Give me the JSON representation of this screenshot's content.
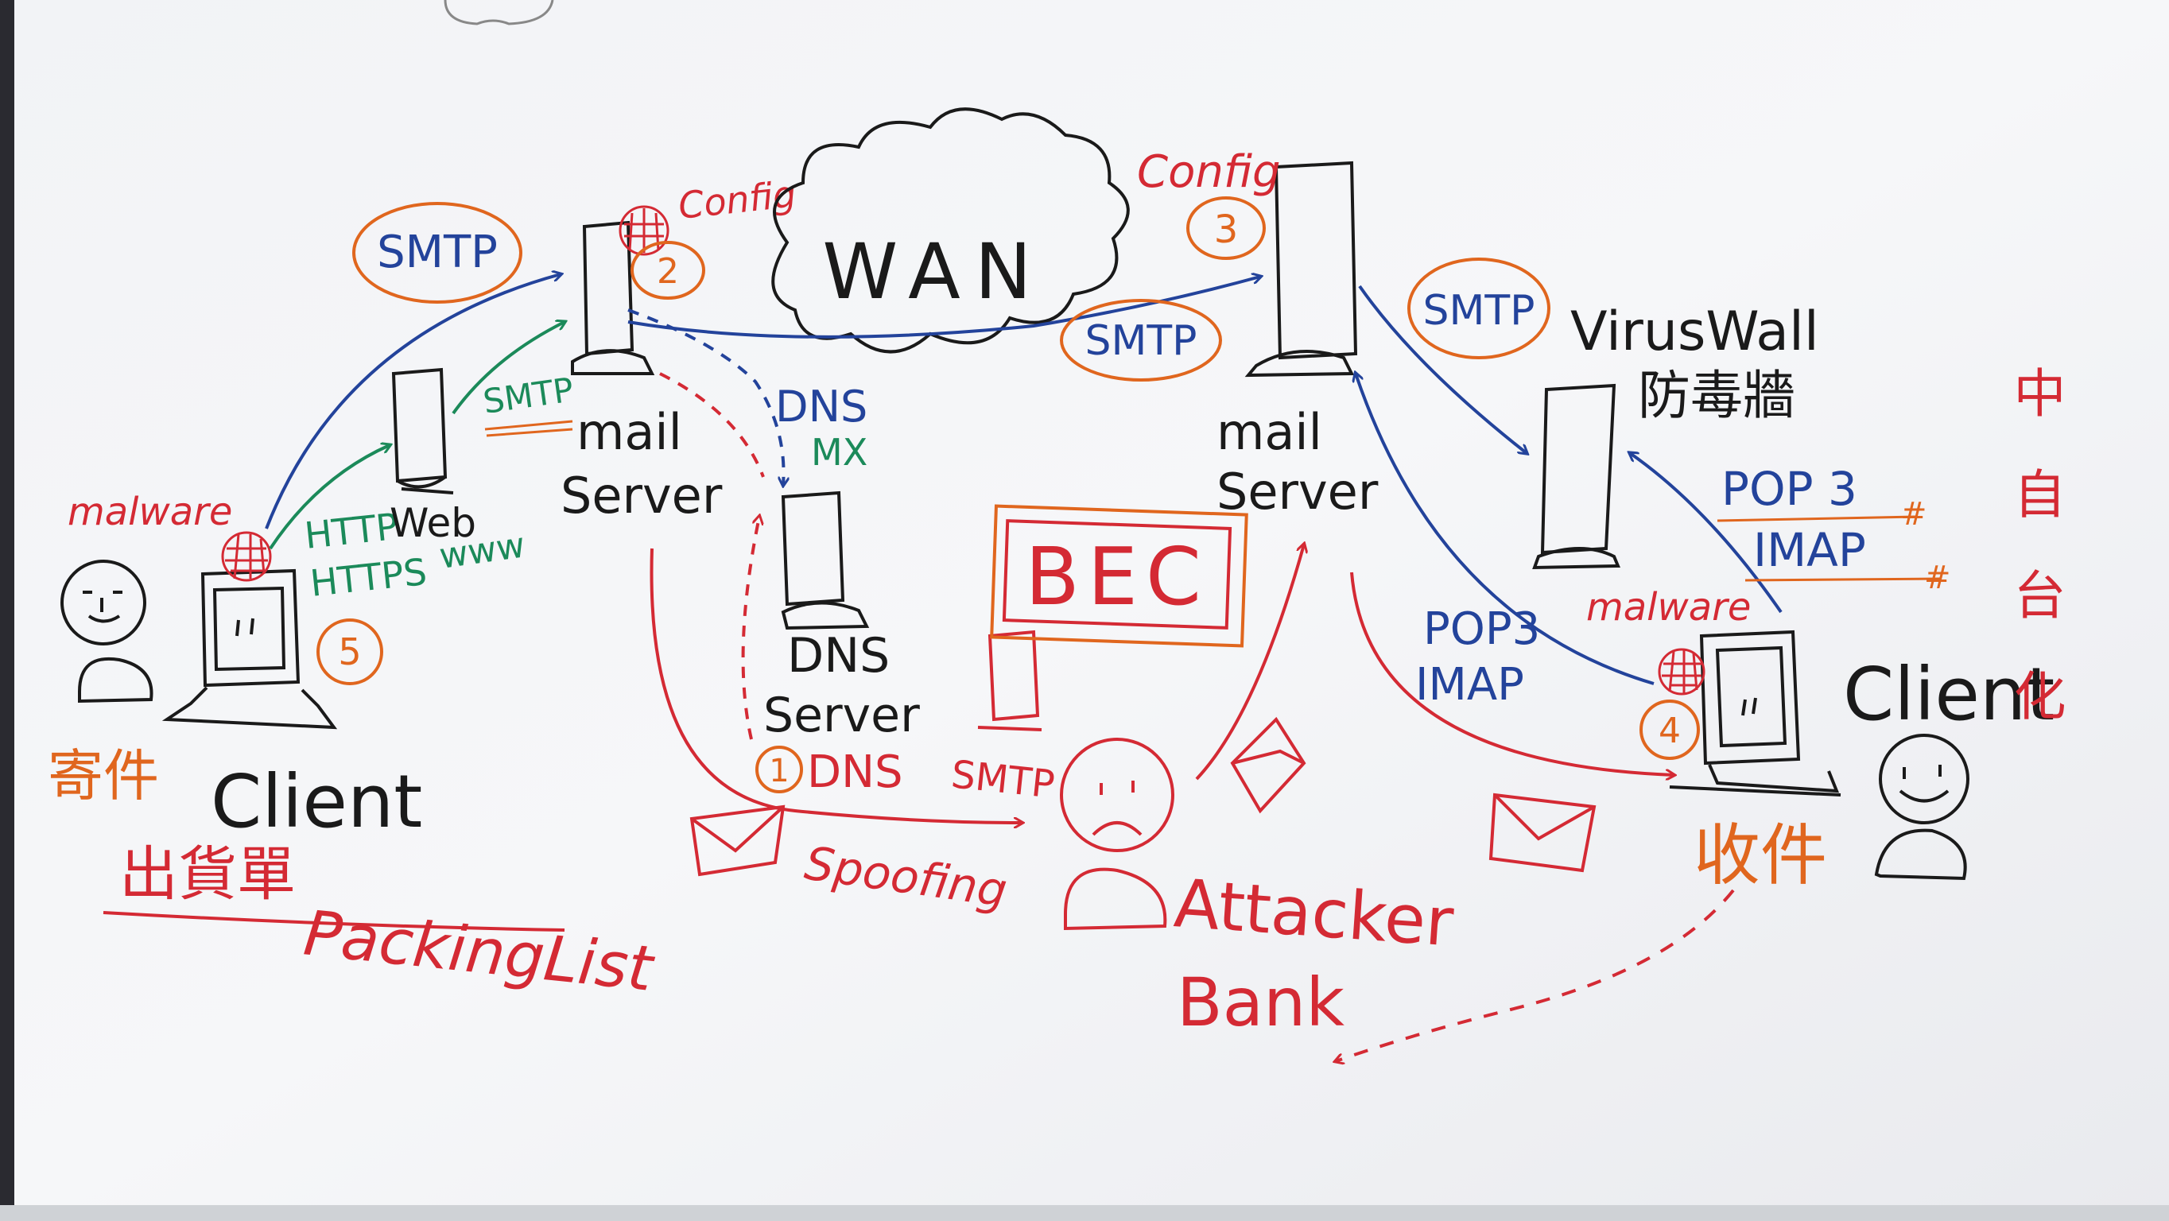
{
  "colors": {
    "board": "#f4f5f7",
    "black": "#1a1a1a",
    "red": "#d42a34",
    "blue": "#23439b",
    "orange": "#e0661e",
    "green": "#1b8a5a"
  },
  "icons": [
    "computer-icon",
    "server-tower-icon",
    "cloud-icon",
    "smiley-face-icon",
    "sad-face-icon",
    "envelope-icon",
    "firewall-icon"
  ],
  "labels": {
    "smtp": "SMTP",
    "config": "Config",
    "wan": "WAN",
    "dns": "DNS",
    "mx": "MX",
    "mail": "mail",
    "server": "Server",
    "web": "Web",
    "www": "www",
    "http": "HTTP",
    "https": "HTTPS",
    "malware": "malware",
    "client": "Client",
    "send_mail": "寄件",
    "packing_list_cn": "出貨單",
    "packing_list_en": "PackingList",
    "dns_server_1": "DNS",
    "dns_server_2": "Server",
    "dns_spoofing_1": "DNS",
    "dns_spoofing_2": "Spoofing",
    "bec": "BEC",
    "attacker": "Attacker",
    "bank": "Bank",
    "viruswall": "VirusWall",
    "viruswall_cn": "防毒牆",
    "pop3": "POP3",
    "pop3_spaced": "POP 3",
    "imap": "IMAP",
    "receive_mail": "收件",
    "num1": "1",
    "num2": "2",
    "num3": "3",
    "num4": "4",
    "num5": "5",
    "edge_text": "中 自 台 化"
  }
}
